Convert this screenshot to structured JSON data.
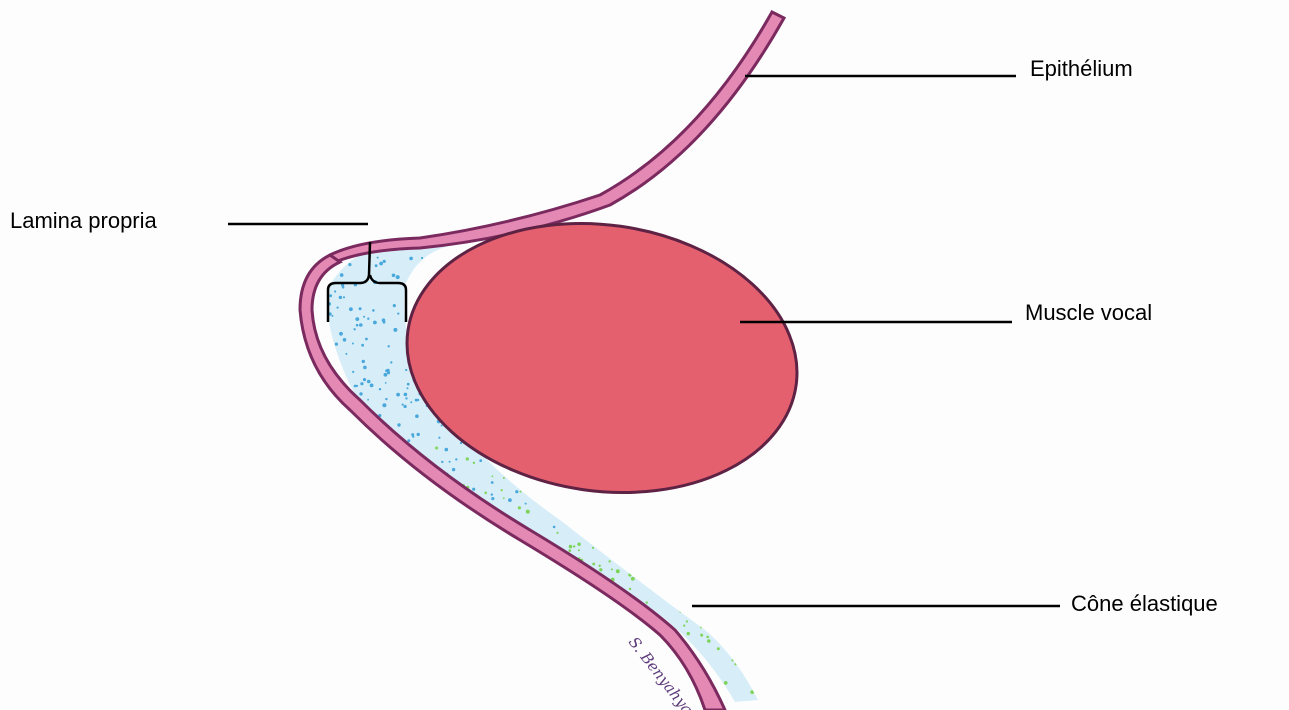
{
  "labels": {
    "epithelium": "Epithélium",
    "lamina_propria": "Lamina propria",
    "muscle_vocal": "Muscle vocal",
    "cone_elastique": "Cône élastique"
  },
  "signature": "S. Benyahya",
  "colors": {
    "epithelium_fill": "#e489b4",
    "epithelium_outline": "#7a2a5e",
    "muscle_fill": "#e5606e",
    "muscle_outline": "#5e2244",
    "lamina_fill": "#d7eef8",
    "lamina_dots_blue": "#4aa8dc",
    "elastic_dots_green": "#7ed35a",
    "leader_line": "#000000"
  }
}
